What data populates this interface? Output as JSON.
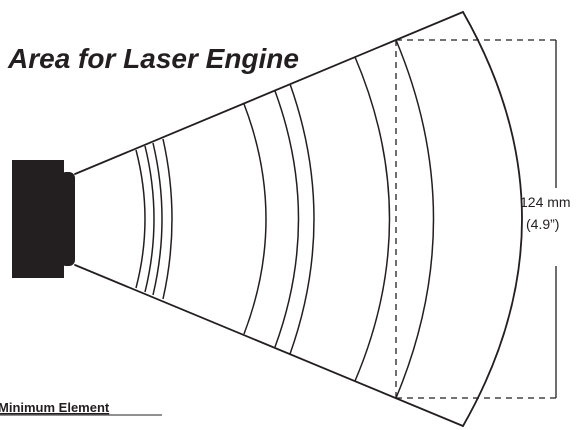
{
  "title": "Area for Laser Engine",
  "dimension": {
    "metric": "124 mm",
    "imperial": "(4.9”)"
  },
  "caption": "Minimum Element",
  "colors": {
    "ink": "#231f20",
    "background": "#ffffff"
  }
}
